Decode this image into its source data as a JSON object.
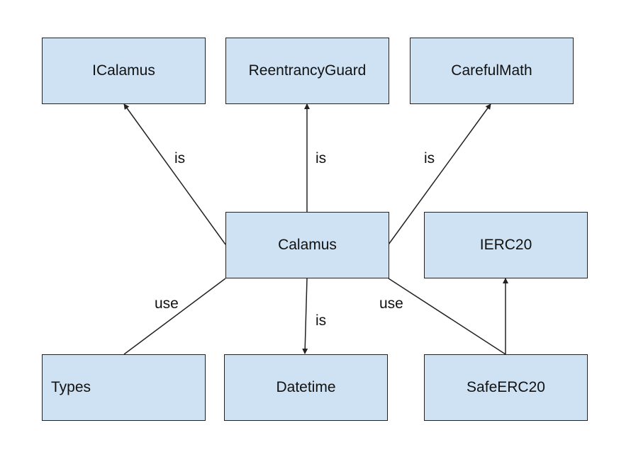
{
  "nodes": {
    "icalamus": "ICalamus",
    "reentrancyguard": "ReentrancyGuard",
    "carefulmath": "CarefulMath",
    "calamus": "Calamus",
    "ierc20": "IERC20",
    "types": "Types",
    "datetime": "Datetime",
    "safeerc20": "SafeERC20"
  },
  "edges": {
    "calamus_icalamus": "is",
    "calamus_reentrancyguard": "is",
    "calamus_carefulmath": "is",
    "calamus_datetime": "is",
    "calamus_types": "use",
    "calamus_safeerc20": "use"
  },
  "colors": {
    "node_fill": "#cfe2f3",
    "stroke": "#222222"
  }
}
